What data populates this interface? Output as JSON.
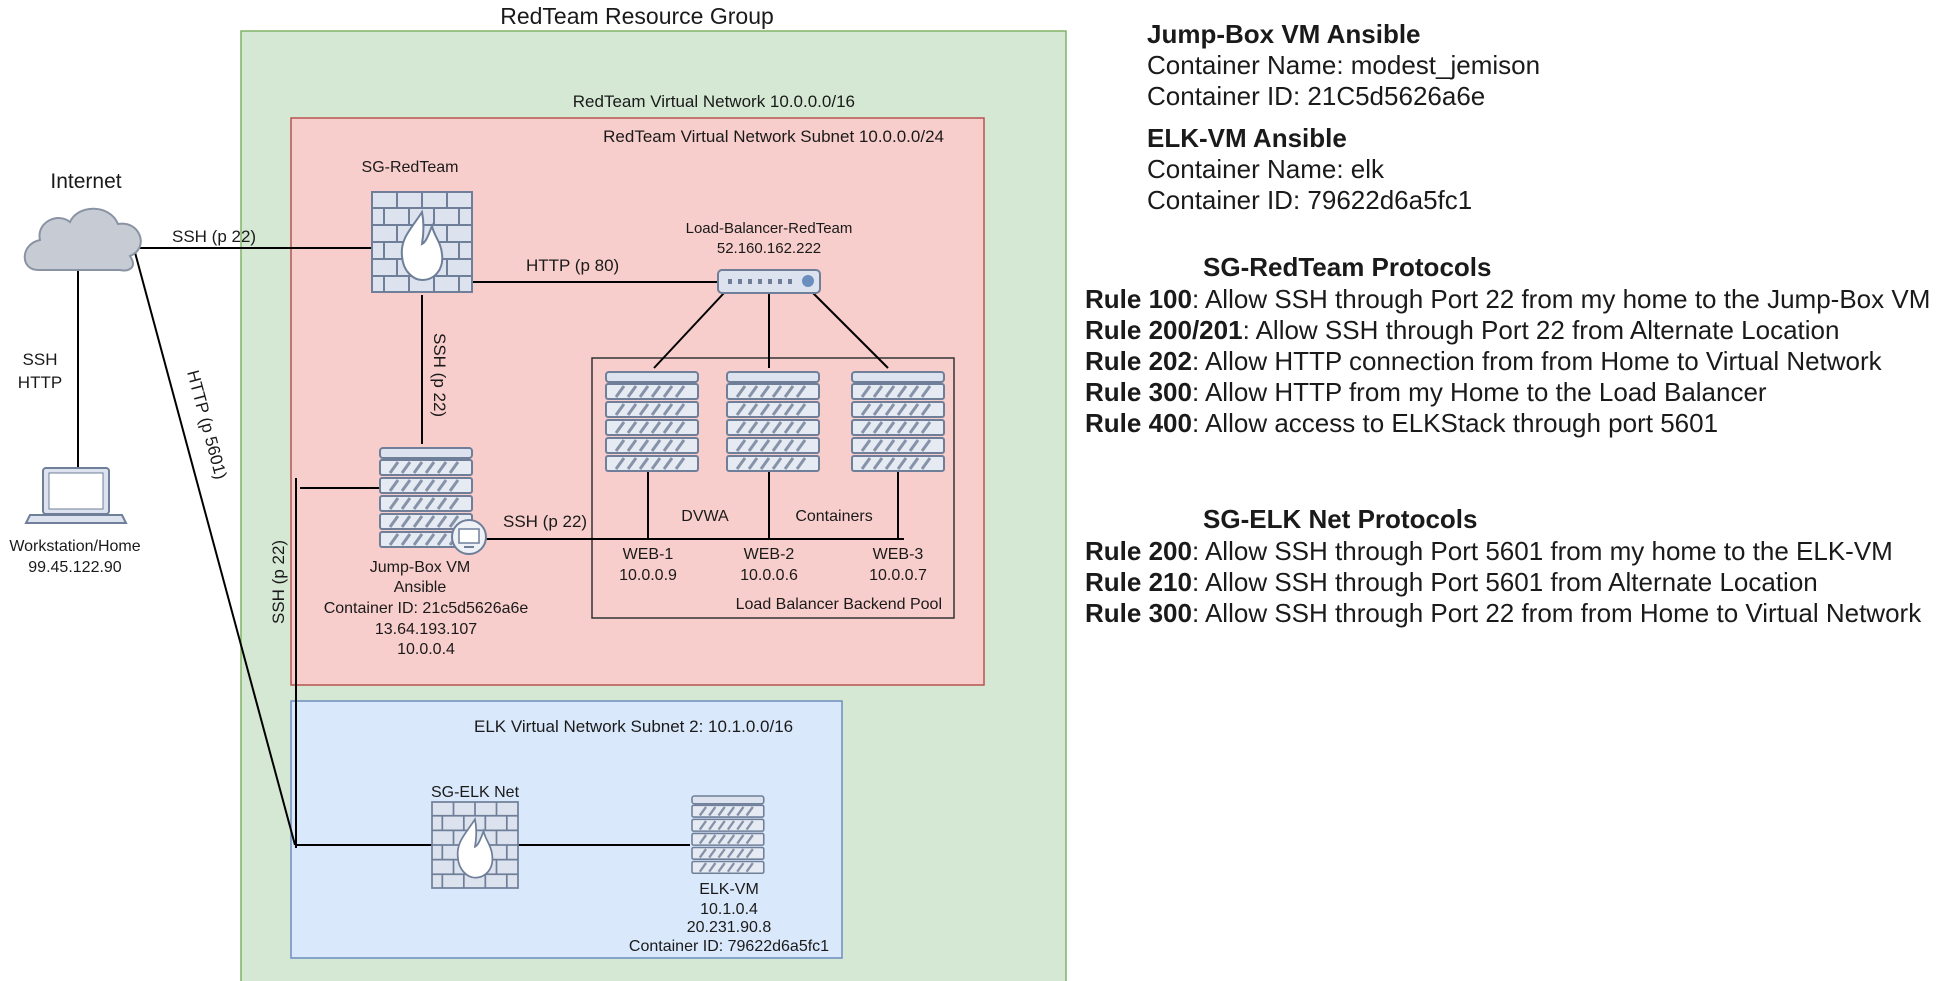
{
  "diagram": {
    "resource_group": "RedTeam Resource Group",
    "vnet": "RedTeam Virtual Network 10.0.0.0/16",
    "subnet": "RedTeam Virtual Network Subnet 10.0.0.0/24",
    "elk_subnet": "ELK Virtual Network Subnet 2: 10.1.0.0/16",
    "internet": "Internet",
    "workstation": {
      "name": "Workstation/Home",
      "ip": "99.45.122.90"
    },
    "links": {
      "ssh_internet": "SSH (p 22)",
      "ssh_http_1": "SSH",
      "ssh_http_2": "HTTP",
      "http_5601": "HTTP (p 5601)",
      "http_80": "HTTP (p 80)",
      "ssh_vertical": "SSH (p 22)",
      "ssh_left": "SSH (p 22)",
      "ssh_web": "SSH (p 22)"
    },
    "sg_redteam": "SG-RedTeam",
    "lb": {
      "name": "Load-Balancer-RedTeam",
      "ip": "52.160.162.222"
    },
    "jumpbox": {
      "line1": "Jump-Box VM",
      "line2": "Ansible",
      "line3": "Container ID: 21c5d5626a6e",
      "line4": "13.64.193.107",
      "line5": "10.0.0.4"
    },
    "pool": {
      "dvwa": "DVWA",
      "containers": "Containers",
      "label": "Load Balancer Backend Pool",
      "web1": {
        "name": "WEB-1",
        "ip": "10.0.0.9"
      },
      "web2": {
        "name": "WEB-2",
        "ip": "10.0.0.6"
      },
      "web3": {
        "name": "WEB-3",
        "ip": "10.0.0.7"
      }
    },
    "sg_elk": "SG-ELK Net",
    "elkvm": {
      "name": "ELK-VM",
      "ip1": "10.1.0.4",
      "ip2": "20.231.90.8",
      "cid": "Container ID: 79622d6a5fc1"
    }
  },
  "info": {
    "jumpbox_ansible": {
      "title": "Jump-Box VM Ansible",
      "name": "Container Name: modest_jemison",
      "id": "Container ID: 21C5d5626a6e"
    },
    "elk_ansible": {
      "title": "ELK-VM Ansible",
      "name": "Container Name: elk",
      "id": "Container ID: 79622d6a5fc1"
    }
  },
  "sg_redteam_protocols": {
    "title": "SG-RedTeam Protocols",
    "rules": [
      {
        "id": "Rule 100",
        "text": ": Allow SSH through Port 22 from my home to the Jump-Box VM"
      },
      {
        "id": "Rule 200/201",
        "text": ": Allow SSH through Port 22 from Alternate Location"
      },
      {
        "id": "Rule 202",
        "text": ": Allow HTTP connection from from Home to Virtual Network"
      },
      {
        "id": "Rule 300",
        "text": ": Allow HTTP from my Home to the Load Balancer"
      },
      {
        "id": "Rule 400",
        "text": ": Allow access to ELKStack through port 5601"
      }
    ]
  },
  "sg_elk_protocols": {
    "title": "SG-ELK Net Protocols",
    "rules": [
      {
        "id": "Rule 200",
        "text": ": Allow SSH through Port 5601 from my home to the ELK-VM"
      },
      {
        "id": "Rule 210",
        "text": ": Allow SSH through Port 5601 from Alternate Location"
      },
      {
        "id": "Rule 300",
        "text": ": Allow SSH through Port 22 from from Home to Virtual Network"
      }
    ]
  },
  "colors": {
    "resource_group_fill": "#d5e8d4",
    "subnet_fill": "#f8cecc",
    "elk_subnet_fill": "#dae8fc",
    "device_fill": "#dce3ef",
    "device_stroke": "#6f7f99",
    "cloud_fill": "#c7ccd4",
    "flame": "#ffffff"
  }
}
